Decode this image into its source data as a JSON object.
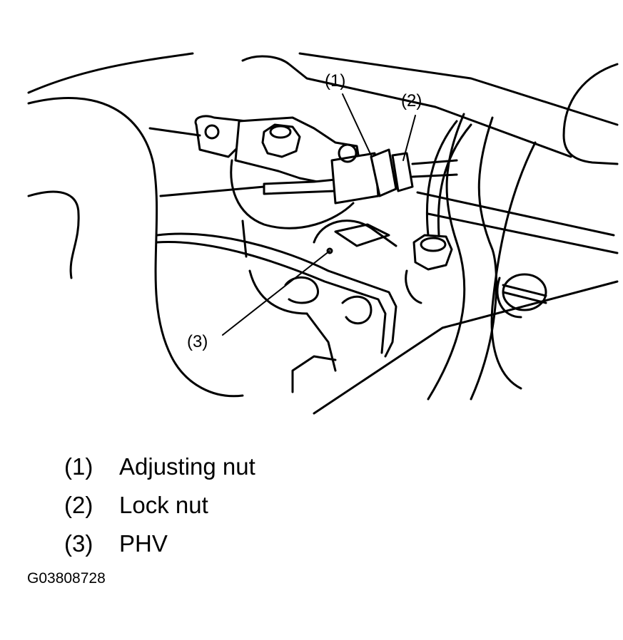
{
  "callouts": {
    "c1": "(1)",
    "c2": "(2)",
    "c3": "(3)"
  },
  "legend": [
    {
      "num": "(1)",
      "label": "Adjusting nut"
    },
    {
      "num": "(2)",
      "label": "Lock nut"
    },
    {
      "num": "(3)",
      "label": "PHV"
    }
  ],
  "figure_id": "G03808728"
}
